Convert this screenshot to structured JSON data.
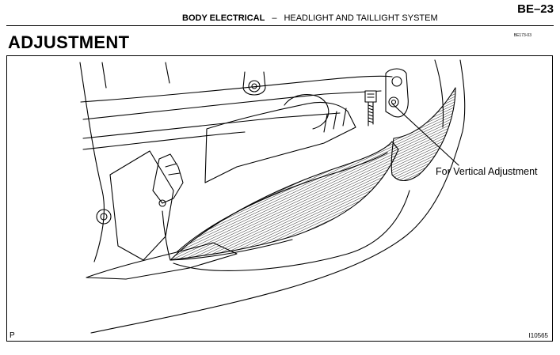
{
  "header": {
    "page_number": "BE–23",
    "section": "BODY ELECTRICAL",
    "separator": "–",
    "subsection": "HEADLIGHT AND TAILLIGHT SYSTEM",
    "doc_code": "BE173-03"
  },
  "title": "ADJUSTMENT",
  "figure": {
    "callout_label": "For Vertical Adjustment",
    "corner_letter": "P",
    "figure_id": "I10565"
  }
}
